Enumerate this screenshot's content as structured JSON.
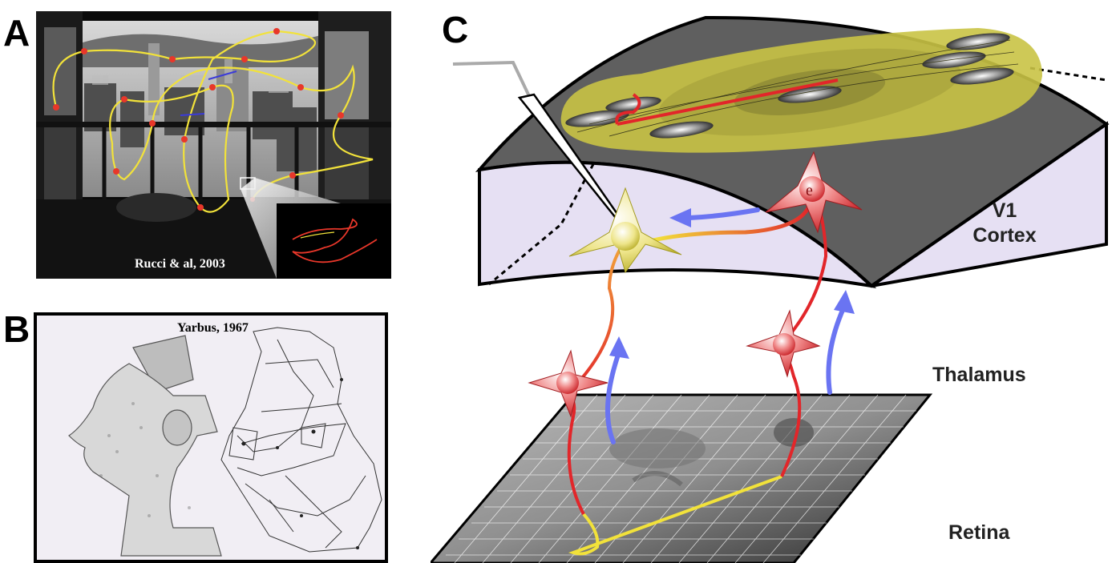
{
  "panels": {
    "a": {
      "letter": "A",
      "credit": "Rucci & al, 2003"
    },
    "b": {
      "letter": "B",
      "credit": "Yarbus, 1967"
    },
    "c": {
      "letter": "C",
      "cell_label": "e"
    }
  },
  "layers": {
    "v1": "V1",
    "cortex": "Cortex",
    "thalamus": "Thalamus",
    "retina": "Retina"
  },
  "colors": {
    "scanpath": "#f2e23a",
    "fixation": "#e8372a",
    "excitatory_neuron": "#e2262a",
    "cortical_neuron": "#e9e06a",
    "feedforward_arrow": "#6a74f2",
    "cortex_side": "#e6e0f3",
    "cortex_top": "#6b6b6b",
    "receptive_field": "#c9c345"
  }
}
